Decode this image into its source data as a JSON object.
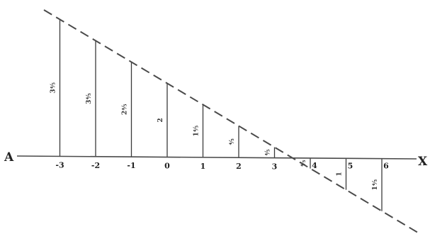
{
  "diagram": {
    "axis": {
      "left_label": "A",
      "right_label": "X"
    },
    "ordinates": [
      {
        "x": -3,
        "tick_label": "-3",
        "value_label": "3⁴⁄₅"
      },
      {
        "x": -2,
        "tick_label": "-2",
        "value_label": "3⁴⁄₅"
      },
      {
        "x": -1,
        "tick_label": "-1",
        "value_label": "2⁴⁄₅"
      },
      {
        "x": 0,
        "tick_label": "0",
        "value_label": "2"
      },
      {
        "x": 1,
        "tick_label": "1",
        "value_label": "1⁴⁄₅"
      },
      {
        "x": 2,
        "tick_label": "2",
        "value_label": "⁴⁄₅"
      },
      {
        "x": 3,
        "tick_label": "3",
        "value_label": "⁴⁄₅"
      },
      {
        "x": 4,
        "tick_label": "4",
        "value_label": "⁴⁄₅"
      },
      {
        "x": 5,
        "tick_label": "5",
        "value_label": "1"
      },
      {
        "x": 6,
        "tick_label": "6",
        "value_label": "1⁴⁄₅"
      }
    ]
  }
}
